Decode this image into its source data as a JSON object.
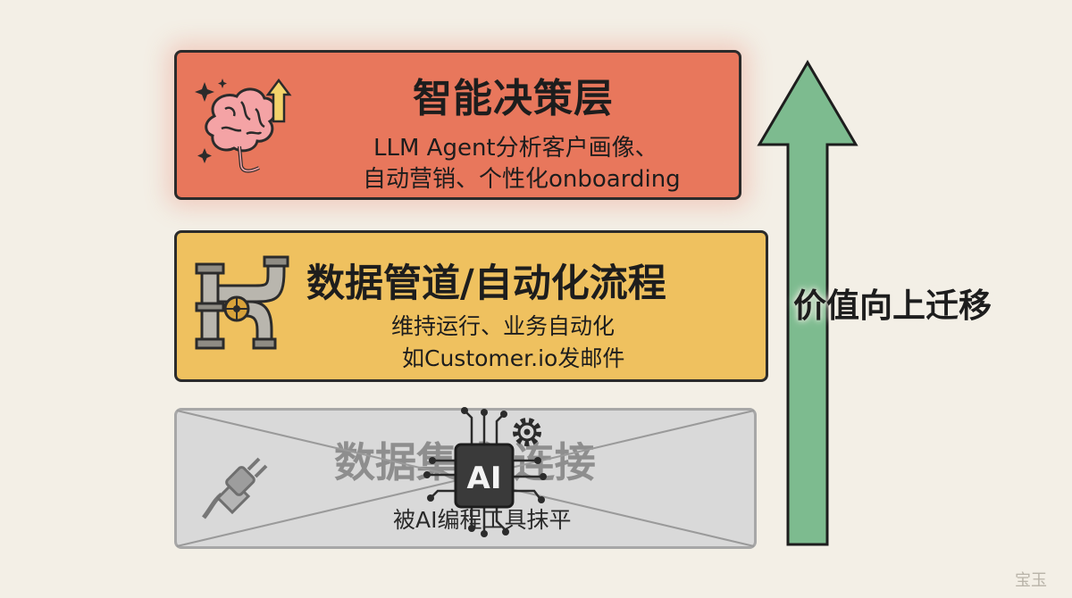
{
  "layers": {
    "top": {
      "title": "智能决策层",
      "line1": "LLM Agent分析客户画像、",
      "line2": "自动营销、个性化onboarding"
    },
    "middle": {
      "title": "数据管道/自动化流程",
      "line1": "维持运行、业务自动化",
      "line2": "如Customer.io发邮件"
    },
    "bottom": {
      "title": "数据集成/连接",
      "line1": "被AI编程工具抹平",
      "status": "crossed-out"
    }
  },
  "chip_label": "AI",
  "arrow_label": "价值向上迁移",
  "watermark": "宝玉",
  "colors": {
    "top": "#e8775c",
    "middle": "#efc15f",
    "bottom": "#d9d9d9",
    "arrow": "#7dbb8f"
  },
  "icons": [
    "brain-icon",
    "sparkle-icon",
    "up-arrow-icon",
    "pipes-icon",
    "valve-icon",
    "plug-icon",
    "ai-chip-icon",
    "gear-icon"
  ]
}
